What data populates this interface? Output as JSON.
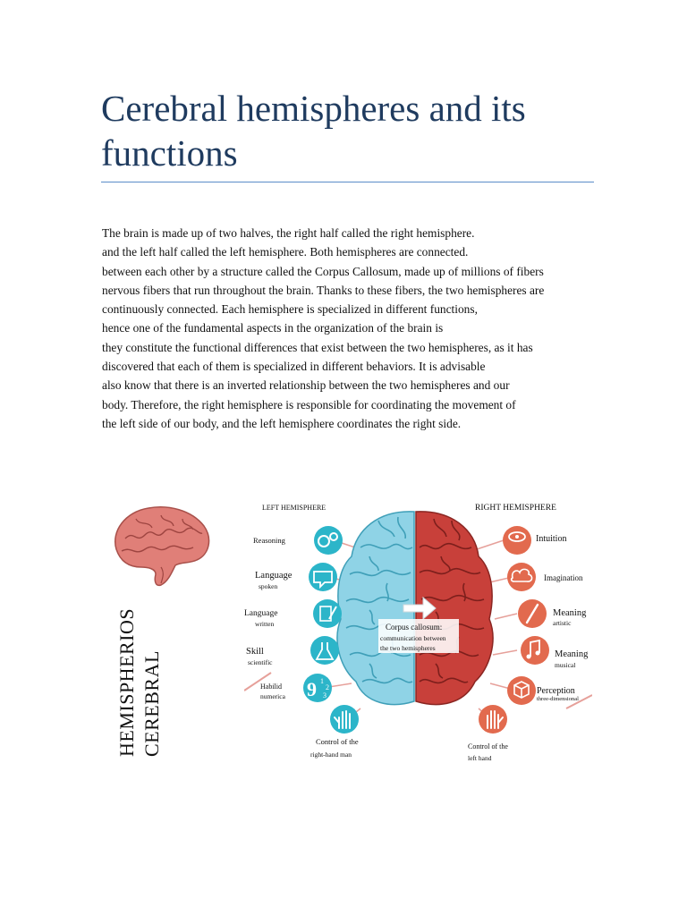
{
  "document": {
    "title": "Cerebral hemispheres and its functions",
    "paragraph_lines": [
      "The brain is made up of two halves, the right half called the right hemisphere.",
      "and the left half called the left hemisphere. Both hemispheres are connected.",
      "between each other by a structure called the Corpus Callosum, made up of millions of fibers",
      "nervous fibers that run throughout the brain. Thanks to these fibers, the two hemispheres are",
      "continuously connected. Each hemisphere is specialized in different functions,",
      "hence one of the fundamental aspects in the organization of the brain is",
      "they constitute the functional differences that exist between the two hemispheres, as it has",
      "discovered that each of them is specialized in different behaviors. It is advisable",
      "also know that there is an inverted relationship between the two hemispheres and our",
      "body. Therefore, the right hemisphere is responsible for coordinating the movement of",
      "the left side of our body, and the left hemisphere coordinates the right side."
    ]
  },
  "side_label": {
    "line1": "HEMISPHERIOS",
    "line2": "CEREBRAL"
  },
  "figure": {
    "left_heading": "LEFT HEMISPHERE",
    "right_heading": "RIGHT HEMISPHERE",
    "left_items": [
      {
        "main": "Reasoning",
        "sub": ""
      },
      {
        "main": "Language",
        "sub": "spoken"
      },
      {
        "main": "Language",
        "sub": "written"
      },
      {
        "main": "Skill",
        "sub": "scientific"
      },
      {
        "main": "Habilid",
        "sub": "numerica"
      }
    ],
    "left_bottom_lines": [
      "Control of the",
      "right-hand man"
    ],
    "right_items": [
      {
        "main": "Intuition",
        "sub": ""
      },
      {
        "main": "Imagination",
        "sub": ""
      },
      {
        "main": "Meaning",
        "sub": "artistic"
      },
      {
        "main": "Meaning",
        "sub": "musical"
      },
      {
        "main": "Perception",
        "sub": "three-dimensional"
      }
    ],
    "right_bottom_lines": [
      "Control of the",
      "left hand"
    ],
    "callosum_lines": [
      "Corpus callosum:",
      "communication between",
      "the two hemispheres"
    ],
    "number_glyphs": [
      "9",
      "1",
      "2",
      "3"
    ],
    "colors": {
      "left_hemisphere": "#8fd3e6",
      "left_icon": "#2cb5c9",
      "right_hemisphere": "#c8403a",
      "right_icon": "#e26a4e",
      "connector": "#e6a09a",
      "side_brain": "#e07f78"
    }
  }
}
